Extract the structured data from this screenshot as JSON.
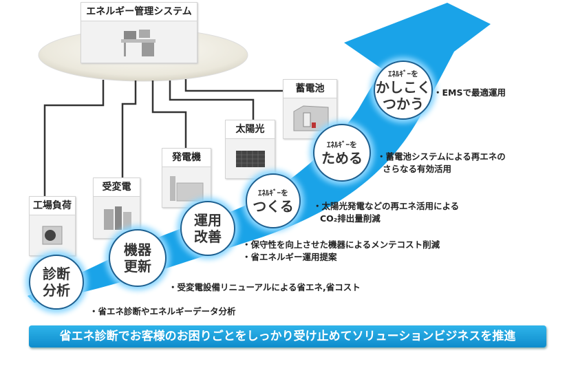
{
  "ems": {
    "title": "エネルギー管理システム"
  },
  "devices": [
    {
      "label": "工場負荷",
      "icon": "air-conditioner-icon"
    },
    {
      "label": "受変電",
      "icon": "substation-icon"
    },
    {
      "label": "発電機",
      "icon": "generator-icon"
    },
    {
      "label": "太陽光",
      "icon": "solar-panel-icon"
    },
    {
      "label": "蓄電池",
      "icon": "battery-container-icon"
    }
  ],
  "steps": [
    {
      "small": "",
      "line1": "診断",
      "line2": "分析",
      "note": [
        "・省エネ診断やエネルギーデータ分析"
      ]
    },
    {
      "small": "",
      "line1": "機器",
      "line2": "更新",
      "note": [
        "・受変電設備リニューアルによる省エネ,省コスト"
      ]
    },
    {
      "small": "",
      "line1": "運用",
      "line2": "改善",
      "note": [
        "・保守性を向上させた機器によるメンテコスト削減",
        "・省エネルギー運用提案"
      ]
    },
    {
      "small": "ｴﾈﾙｷﾞｰを",
      "line1": "つくる",
      "line2": "",
      "note": [
        "・太陽光発電などの再エネ活用による",
        "CO₂排出量削減"
      ]
    },
    {
      "small": "ｴﾈﾙｷﾞｰを",
      "line1": "ためる",
      "line2": "",
      "note": [
        "・蓄電池システムによる再エネの",
        "さらなる有効活用"
      ]
    },
    {
      "small": "ｴﾈﾙｷﾞｰを",
      "line1": "かしこく",
      "line2": "つかう",
      "note": [
        "・EMSで最適運用"
      ]
    }
  ],
  "banner": "省エネ診断でお客様のお困りごとをしっかり受け止めてソリューションビジネスを推進",
  "colors": {
    "arrow": "#1aa3e8",
    "circle_border": "#1d5f8f",
    "banner": "#1a9ed9"
  }
}
